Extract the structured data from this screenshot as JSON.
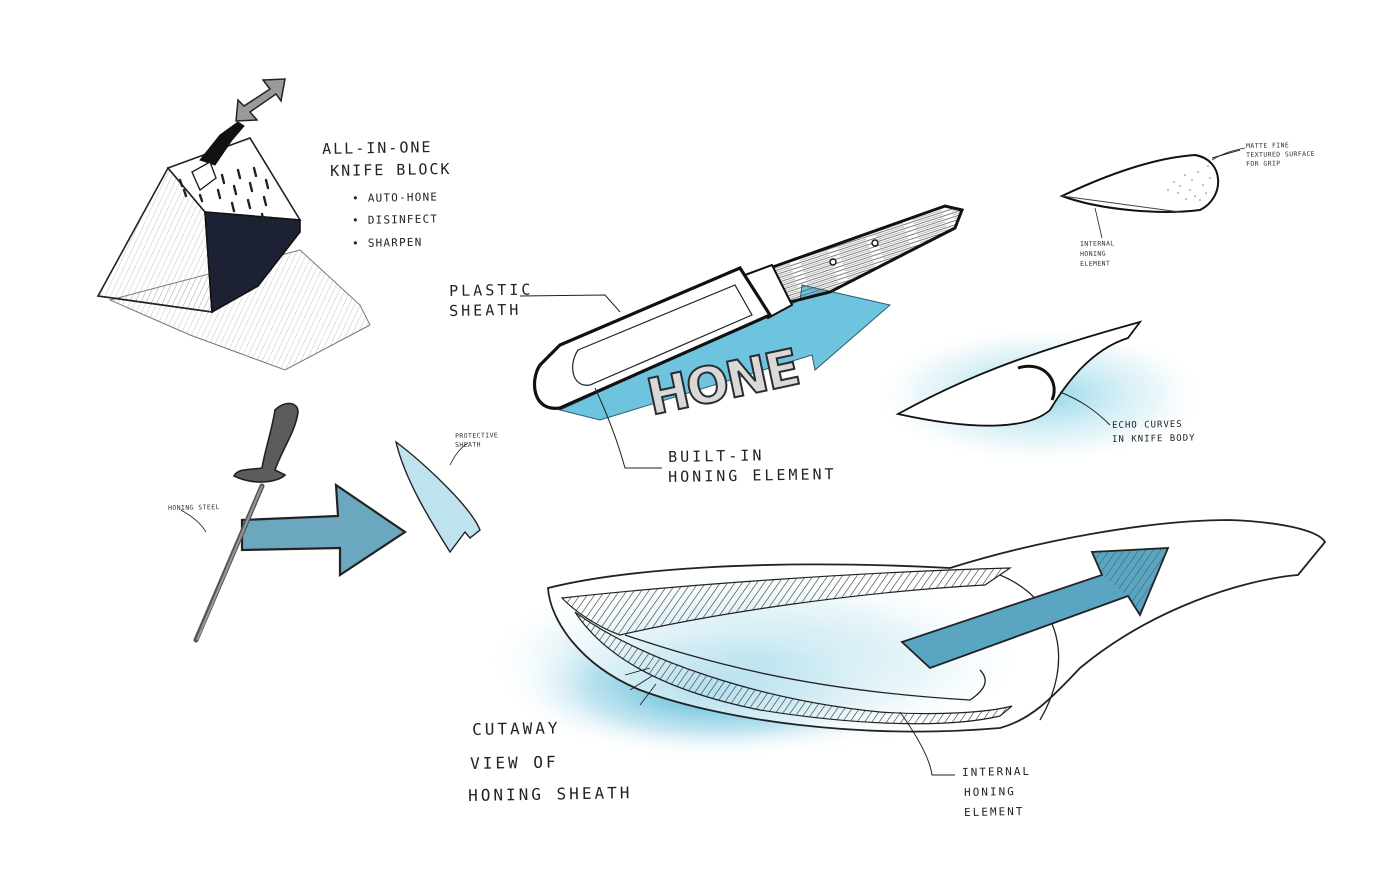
{
  "knife_block": {
    "title_line1": "ALL-IN-ONE",
    "title_line2": "KNIFE BLOCK",
    "features": [
      "AUTO-HONE",
      "DISINFECT",
      "SHARPEN"
    ]
  },
  "sheath_sketch": {
    "plastic_sheath_line1": "PLASTIC",
    "plastic_sheath_line2": "SHEATH",
    "hone_word": "HONE",
    "builtin_line1": "BUILT-IN",
    "builtin_line2": "HONING ELEMENT"
  },
  "grip_sketch": {
    "surface_line1": "MATTE FINE",
    "surface_line2": "TEXTURED SURFACE",
    "surface_line3": "FOR GRIP",
    "internal_line1": "INTERNAL",
    "internal_line2": "HONING",
    "internal_line3": "ELEMENT"
  },
  "echo_sketch": {
    "line1": "ECHO CURVES",
    "line2": "IN KNIFE BODY"
  },
  "honing_steel_sketch": {
    "steel_label": "HONING STEEL",
    "sheath_line1": "PROTECTIVE",
    "sheath_line2": "SHEATH"
  },
  "cutaway_sketch": {
    "title_line1": "CUTAWAY",
    "title_line2": "VIEW OF",
    "title_line3": "HONING SHEATH",
    "internal_line1": "INTERNAL",
    "internal_line2": "HONING",
    "internal_line3": "ELEMENT"
  },
  "colors": {
    "ink": "#1f1f1f",
    "accent_blue": "#5bb8d6",
    "arrow_blue": "#5e9fb8",
    "pale_blue": "#bfe3ee",
    "block_dark": "#1c2233"
  }
}
